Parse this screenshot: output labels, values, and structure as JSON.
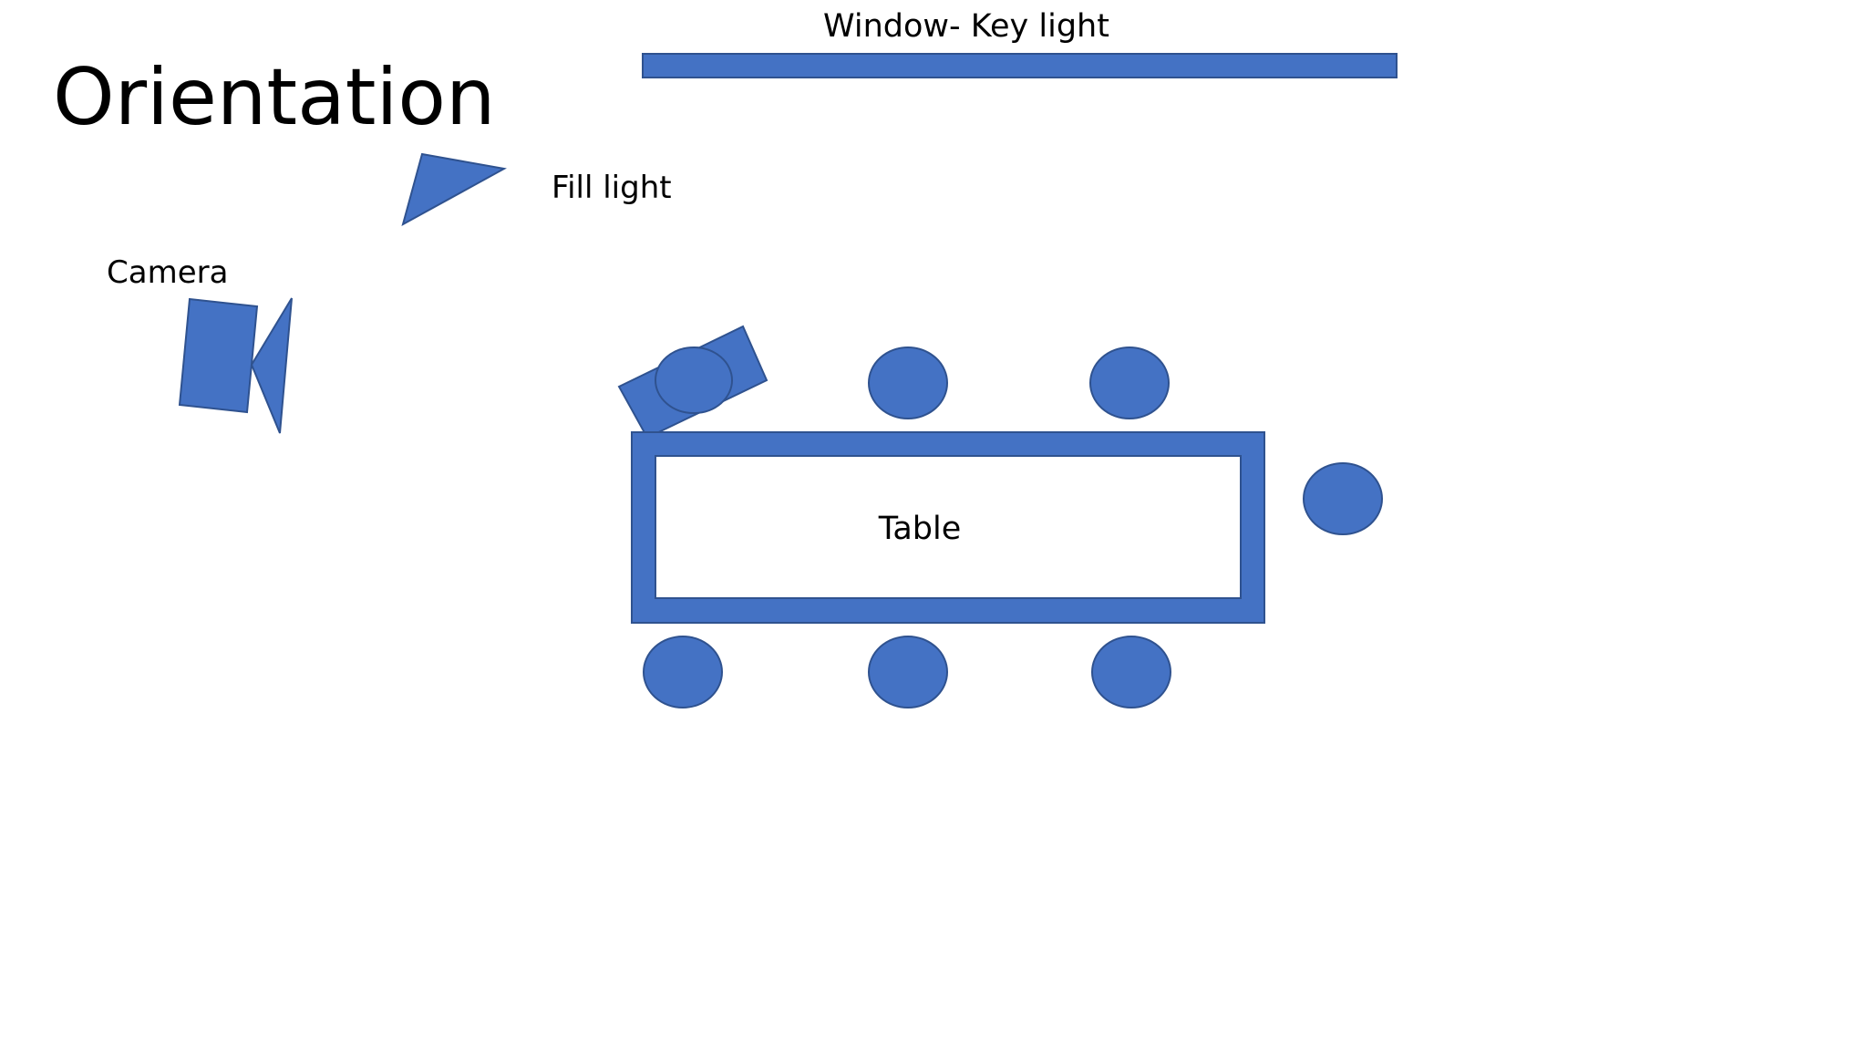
{
  "slide": {
    "title": "Orientation"
  },
  "labels": {
    "window": "Window- Key light",
    "fill_light": "Fill light",
    "camera": "Camera",
    "table": "Table"
  },
  "colors": {
    "shape_fill": "#4472C4",
    "shape_stroke": "#2F528F",
    "background": "#FFFFFF",
    "table_inner": "#FFFFFF",
    "text": "#000000"
  },
  "seats": {
    "count": 7
  }
}
